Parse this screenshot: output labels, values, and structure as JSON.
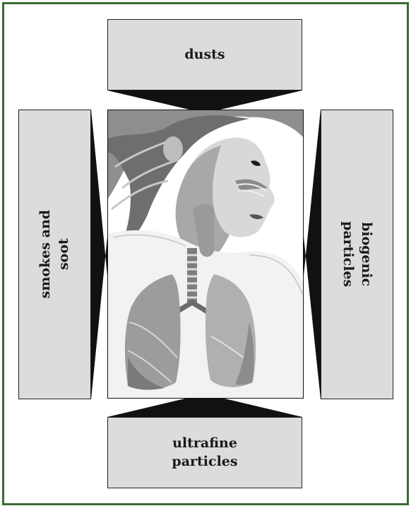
{
  "labels": {
    "top": "dusts",
    "left_line1": "smokes and",
    "left_line2": "soot",
    "right_line1": "biogenic",
    "right_line2": "particles",
    "bottom_line1": "ultrafine",
    "bottom_line2": "particles"
  },
  "colors": {
    "frame": "#3b6b34",
    "box_fill": "#dcdcdc",
    "wedge": "#111111"
  },
  "illustration": "child-with-lungs-and-airway"
}
